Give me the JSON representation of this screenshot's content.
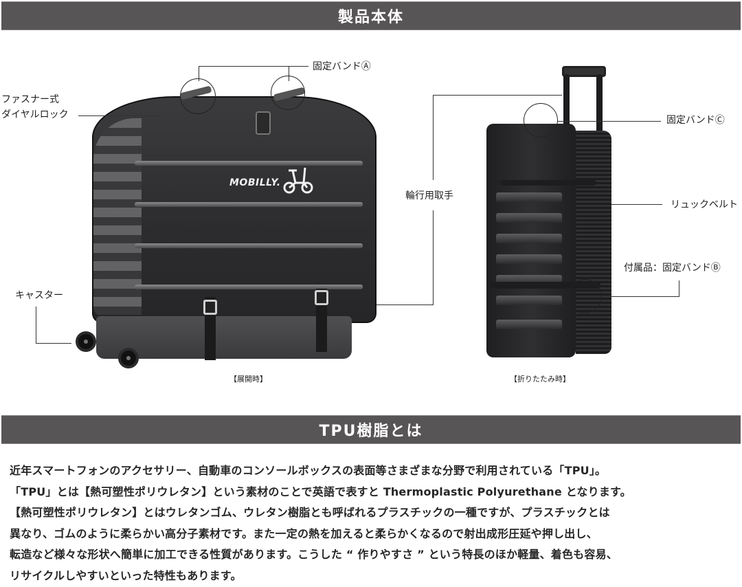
{
  "sections": {
    "product_body": {
      "title": "製品本体"
    },
    "tpu": {
      "title": "TPU樹脂とは"
    }
  },
  "figure": {
    "logo_text": "MOBILLY.",
    "labels": {
      "band_a": "固定バンドⒶ",
      "zipper_lock_line1": "ファスナー式",
      "zipper_lock_line2": "ダイヤルロック",
      "caster": "キャスター",
      "carry_handle": "輪行用取手",
      "band_c": "固定バンドⒸ",
      "backpack_belt": "リュックベルト",
      "band_b": "付属品：固定バンドⒷ"
    },
    "captions": {
      "unfolded": "【展開時】",
      "folded": "【折りたたみ時】"
    }
  },
  "description": {
    "lines": [
      "近年スマートフォンのアクセサリー、自動車のコンソールボックスの表面等さまざまな分野で利用されている「TPU」。",
      "「TPU」とは【熱可塑性ポリウレタン】という素材のことで英語で表すと Thermoplastic Polyurethane となります。",
      "【熱可塑性ポリウレタン】とはウレタンゴム、ウレタン樹脂とも呼ばれるプラスチックの一種ですが、プラスチックとは",
      "異なり、ゴムのように柔らかい高分子素材です。また一定の熱を加えると柔らかくなるので射出成形圧延や押し出し、",
      "転造など様々な形状へ簡単に加工できる性質があります。こうした “ 作りやすさ ” という特長のほか軽量、着色も容易、",
      "リサイクルしやすいといった特性もあります。"
    ]
  },
  "colors": {
    "section_bar": "#585556",
    "section_text": "#ffffff",
    "body_text": "#262626"
  }
}
